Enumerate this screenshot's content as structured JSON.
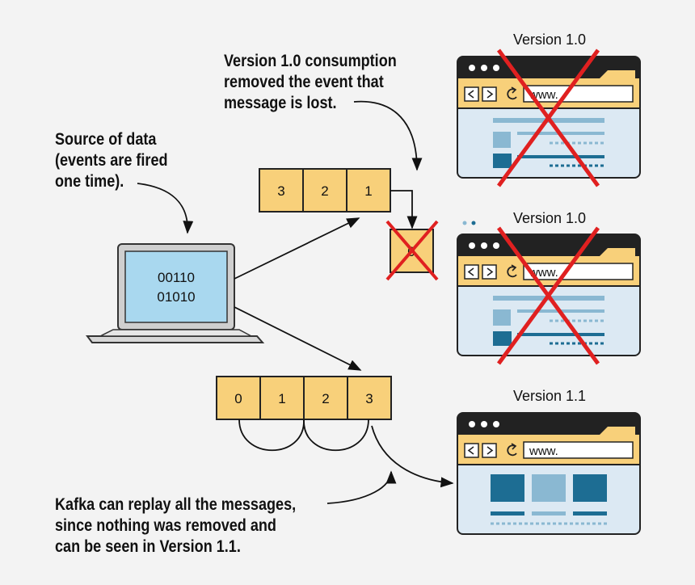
{
  "notes": {
    "source": [
      "Source of data",
      "(events are fired",
      "one time)."
    ],
    "consumption": [
      "Version 1.0 consumption",
      "removed the event that",
      "message is lost."
    ],
    "replay": [
      "Kafka can replay all the messages,",
      "since nothing was removed and",
      "can be seen in Version 1.1."
    ]
  },
  "laptop": {
    "binary": [
      "00110",
      "01010"
    ]
  },
  "top_queue": {
    "cells": [
      "3",
      "2",
      "1"
    ]
  },
  "removed_event": {
    "label": "0"
  },
  "kafka_log": {
    "cells": [
      "0",
      "1",
      "2",
      "3"
    ]
  },
  "browsers": [
    {
      "version_label": "Version 1.0",
      "url": "www.",
      "crossed_out": true
    },
    {
      "version_label": "Version 1.0",
      "url": "www.",
      "crossed_out": true
    },
    {
      "version_label": "Version 1.1",
      "url": "www.",
      "crossed_out": false
    }
  ],
  "icons": {
    "nav_back": "chevron-left-icon",
    "nav_forward": "chevron-right-icon",
    "reload": "reload-icon",
    "cross": "red-cross-icon"
  },
  "colors": {
    "queue_fill": "#f8d07a",
    "browser_body": "#dce9f3",
    "browser_titlebar": "#222222",
    "content_dark": "#1d6d93",
    "content_light": "#8ab8d2",
    "screen": "#a9d8ef",
    "cross": "#e02020"
  }
}
